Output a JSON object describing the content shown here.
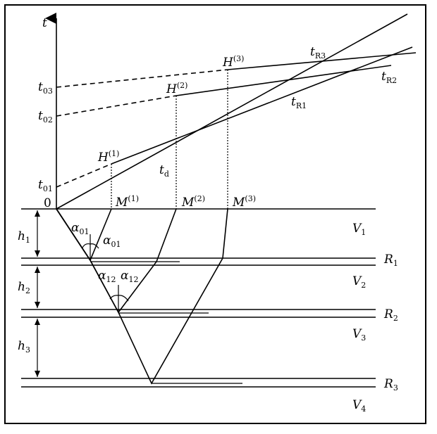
{
  "axis": {
    "t_label": "t",
    "origin_label": "0"
  },
  "intercepts": {
    "t01": {
      "main": "t",
      "sub": "01"
    },
    "t02": {
      "main": "t",
      "sub": "02"
    },
    "t03": {
      "main": "t",
      "sub": "03"
    }
  },
  "curves": {
    "tR1": {
      "main": "t",
      "sub": "R1"
    },
    "tR2": {
      "main": "t",
      "sub": "R2"
    },
    "tR3": {
      "main": "t",
      "sub": "R3"
    },
    "td": {
      "main": "t",
      "sub": "d"
    }
  },
  "points": {
    "H1": {
      "main": "H",
      "sup": "(1)"
    },
    "H2": {
      "main": "H",
      "sup": "(2)"
    },
    "H3": {
      "main": "H",
      "sup": "(3)"
    },
    "M1": {
      "main": "M",
      "sup": "(1)"
    },
    "M2": {
      "main": "M",
      "sup": "(2)"
    },
    "M3": {
      "main": "M",
      "sup": "(3)"
    }
  },
  "layers": {
    "h1": {
      "main": "h",
      "sub": "1"
    },
    "h2": {
      "main": "h",
      "sub": "2"
    },
    "h3": {
      "main": "h",
      "sub": "3"
    },
    "V1": {
      "main": "V",
      "sub": "1"
    },
    "V2": {
      "main": "V",
      "sub": "2"
    },
    "V3": {
      "main": "V",
      "sub": "3"
    },
    "V4": {
      "main": "V",
      "sub": "4"
    },
    "R1": {
      "main": "R",
      "sub": "1"
    },
    "R2": {
      "main": "R",
      "sub": "2"
    },
    "R3": {
      "main": "R",
      "sub": "3"
    }
  },
  "angles": {
    "a01_left": {
      "main": "α",
      "sub": "01"
    },
    "a01_right": {
      "main": "α",
      "sub": "01"
    },
    "a12_left": {
      "main": "α",
      "sub": "12"
    },
    "a12_right": {
      "main": "α",
      "sub": "12"
    }
  }
}
